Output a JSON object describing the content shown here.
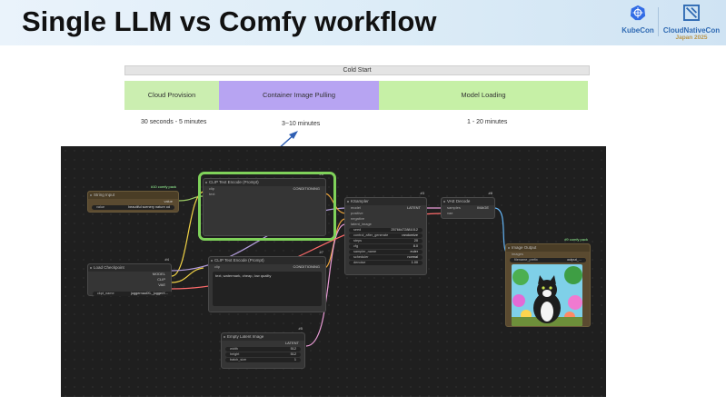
{
  "slide": {
    "title": "Single LLM vs Comfy workflow"
  },
  "logos": {
    "kubecon": "KubeCon",
    "cncf": "CloudNativeCon",
    "event": "Japan 2025"
  },
  "cold_start": {
    "label": "Cold Start",
    "phases": [
      {
        "name": "Cloud Provision",
        "duration": "30 seconds - 5 minutes",
        "color": "#cbeeb0"
      },
      {
        "name": "Container Image Pulling",
        "duration": "3~10 minutes",
        "color": "#b7a4f2"
      },
      {
        "name": "Model Loading",
        "duration": "1 - 20 minutes",
        "color": "#c6f0a6"
      }
    ]
  },
  "workflow": {
    "string_input": {
      "title": "String Input",
      "badge": "#10 comfy pack",
      "output": "value",
      "field_label": "value",
      "field_value": "beautiful scenery nature od"
    },
    "clip_pos": {
      "title": "CLIP Text Encode (Prompt)",
      "id": "#6",
      "inputs": [
        "clip",
        "text"
      ],
      "output": "CONDITIONING"
    },
    "clip_neg": {
      "title": "CLIP Text Encode (Prompt)",
      "id": "#7",
      "input": "clip",
      "output": "CONDITIONING",
      "text": "text, watermark, cheap, low quality"
    },
    "checkpoint": {
      "title": "Load Checkpoint",
      "id": "#4",
      "outputs": [
        "MODEL",
        "CLIP",
        "VAE"
      ],
      "field_label": "ckpt_name",
      "field_value": "juggernautXL_juggerX..."
    },
    "ksampler": {
      "title": "KSampler",
      "id": "#3",
      "inputs": [
        "model",
        "positive",
        "negative",
        "latent_image"
      ],
      "output": "LATENT",
      "fields": [
        {
          "label": "seed",
          "value": "25766472881012"
        },
        {
          "label": "control_after_generate",
          "value": "randomize"
        },
        {
          "label": "steps",
          "value": "20"
        },
        {
          "label": "cfg",
          "value": "8.0"
        },
        {
          "label": "sampler_name",
          "value": "euler"
        },
        {
          "label": "scheduler",
          "value": "normal"
        },
        {
          "label": "denoise",
          "value": "1.00"
        }
      ]
    },
    "vae_decode": {
      "title": "VAE Decode",
      "id": "#8",
      "inputs": [
        "samples",
        "vae"
      ],
      "output": "IMAGE"
    },
    "image_output": {
      "title": "Image Output",
      "badge": "#9 comfy pack",
      "input": "images",
      "field_label": "filename_prefix",
      "field_value": "output_...",
      "image_subject": "cat-in-garden-illustration"
    },
    "latent": {
      "title": "Empty Latent Image",
      "id": "#5",
      "output": "LATENT",
      "fields": [
        {
          "label": "width",
          "value": "512"
        },
        {
          "label": "height",
          "value": "512"
        },
        {
          "label": "batch_size",
          "value": "1"
        }
      ]
    },
    "link_colors": {
      "clip": "#f2d346",
      "model": "#b39ddb",
      "conditioning": "#e8a23c",
      "latent": "#e99cd6",
      "vae": "#ff6b6b",
      "image": "#64b5f6",
      "string": "#9ccc65"
    }
  }
}
